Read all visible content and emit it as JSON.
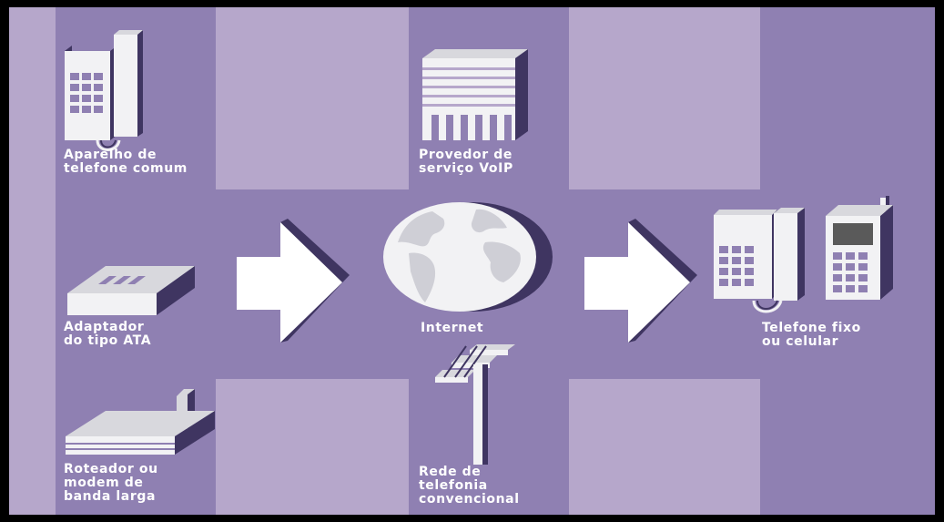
{
  "colors": {
    "border": "#000000",
    "light_panel": "#b6a7cb",
    "dark_band": "#8f80b2",
    "device_face": "#f2f2f4",
    "device_side": "#3f3561",
    "device_top": "#d8d8dd",
    "globe_land": "#cfcfd6",
    "label": "#ffffff"
  },
  "nodes": {
    "phone": {
      "label": "Aparelho de\ntelefone comum",
      "icon": "desk-phone-icon"
    },
    "ata": {
      "label": "Adaptador\ndo tipo ATA",
      "icon": "ata-adapter-icon"
    },
    "router": {
      "label": "Roteador ou\nmodem de\nbanda larga",
      "icon": "router-modem-icon"
    },
    "provider": {
      "label": "Provedor de\nserviço VoIP",
      "icon": "building-icon"
    },
    "internet": {
      "label": "Internet",
      "icon": "globe-icon"
    },
    "pstn": {
      "label": "Rede de\ntelefonia\nconvencional",
      "icon": "telephone-pole-icon"
    },
    "destination": {
      "label": "Telefone fixo\nou celular",
      "icons": [
        "desk-phone-icon",
        "mobile-phone-icon"
      ]
    }
  },
  "arrows": [
    {
      "from": "ata",
      "to": "internet"
    },
    {
      "from": "internet",
      "to": "destination"
    }
  ]
}
